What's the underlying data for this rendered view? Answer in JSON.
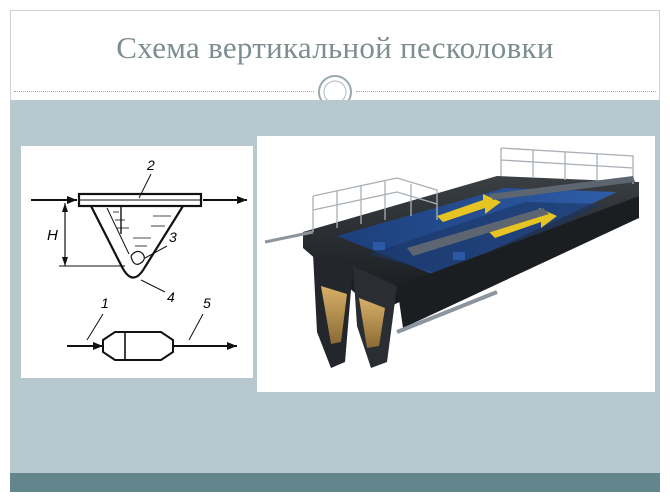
{
  "slide": {
    "title": "Схема вертикальной песколовки"
  },
  "diagram": {
    "labels": {
      "h": "H",
      "n1": "1",
      "n2": "2",
      "n3": "3",
      "n4": "4",
      "n5": "5"
    }
  },
  "colors": {
    "title_text": "#7d8d90",
    "content_band": "#b7c8ce",
    "footer_band": "#63858c",
    "frame_border": "#c9d3d6"
  },
  "icons": {
    "ornament": "circle-ornament-icon",
    "flow_arrow": "arrow-right-icon"
  }
}
